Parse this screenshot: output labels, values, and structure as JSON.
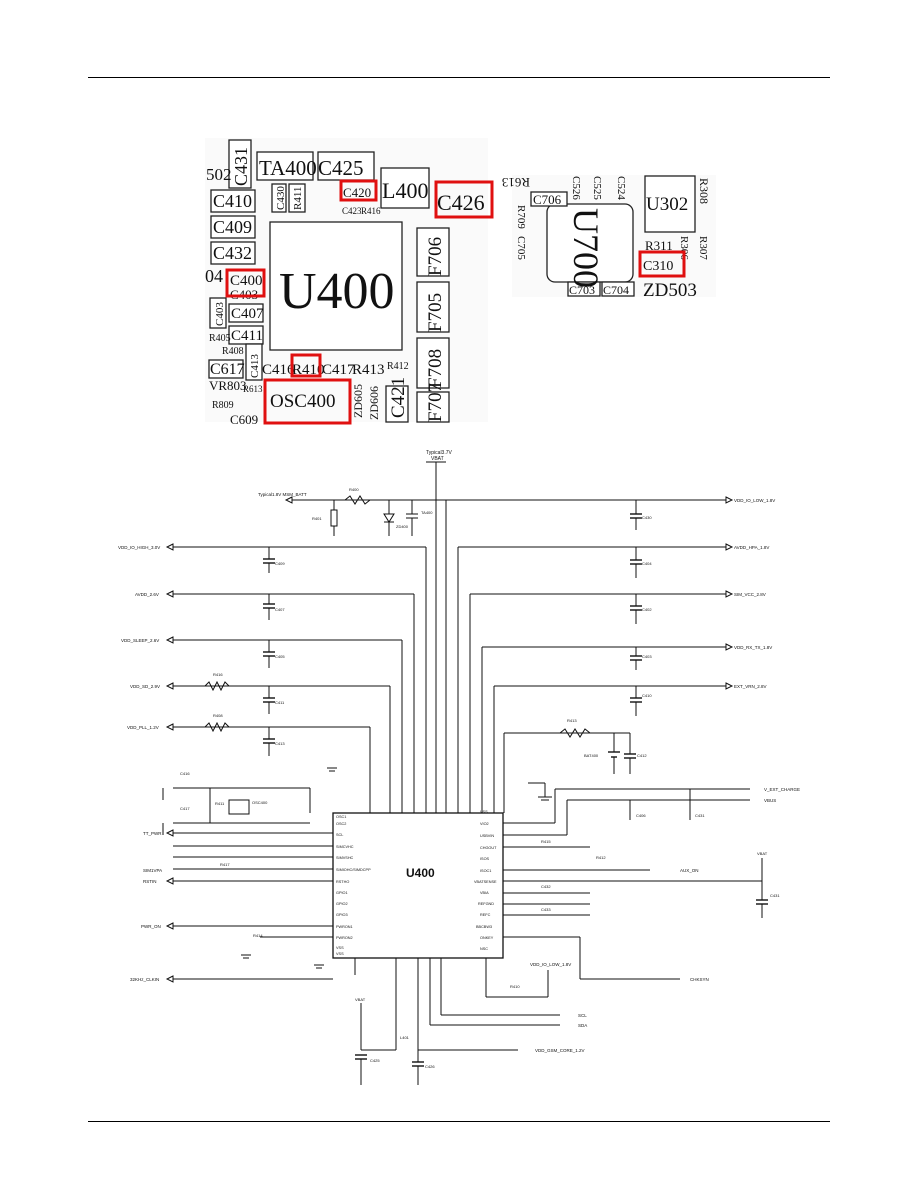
{
  "pcb_left": {
    "labels": [
      {
        "id": "c431",
        "text": "C431"
      },
      {
        "id": "ta400",
        "text": "TA400"
      },
      {
        "id": "c425",
        "text": "C425"
      },
      {
        "id": "c420",
        "text": "C420"
      },
      {
        "id": "l400",
        "text": "L400"
      },
      {
        "id": "c426",
        "text": "C426"
      },
      {
        "id": "s02",
        "text": "502"
      },
      {
        "id": "c410",
        "text": "C410"
      },
      {
        "id": "c430",
        "text": "C430"
      },
      {
        "id": "r411",
        "text": "R411"
      },
      {
        "id": "r416",
        "text": "R416"
      },
      {
        "id": "c423",
        "text": "C423"
      },
      {
        "id": "c409",
        "text": "C409"
      },
      {
        "id": "c432",
        "text": "C432"
      },
      {
        "id": "f706",
        "text": "F706"
      },
      {
        "id": "u400",
        "text": "U400"
      },
      {
        "id": "o4",
        "text": "04"
      },
      {
        "id": "c400",
        "text": "C400"
      },
      {
        "id": "c403b",
        "text": "C403"
      },
      {
        "id": "c407",
        "text": "C407"
      },
      {
        "id": "f705",
        "text": "F705"
      },
      {
        "id": "c403",
        "text": "C403"
      },
      {
        "id": "c411",
        "text": "C411"
      },
      {
        "id": "r405",
        "text": "R405"
      },
      {
        "id": "r408",
        "text": "R408"
      },
      {
        "id": "c413",
        "text": "C413"
      },
      {
        "id": "f708",
        "text": "F708"
      },
      {
        "id": "c617",
        "text": "C617"
      },
      {
        "id": "c416",
        "text": "C416"
      },
      {
        "id": "r410",
        "text": "R410"
      },
      {
        "id": "c417",
        "text": "C417"
      },
      {
        "id": "r413",
        "text": "R413"
      },
      {
        "id": "r412",
        "text": "R412"
      },
      {
        "id": "vr803",
        "text": "VR803"
      },
      {
        "id": "r613",
        "text": "R613"
      },
      {
        "id": "osc400",
        "text": "OSC400"
      },
      {
        "id": "zd605",
        "text": "ZD605"
      },
      {
        "id": "zd606",
        "text": "ZD606"
      },
      {
        "id": "c421",
        "text": "C421"
      },
      {
        "id": "r809",
        "text": "R809"
      },
      {
        "id": "f707",
        "text": "F707"
      },
      {
        "id": "c609",
        "text": "C609"
      }
    ]
  },
  "pcb_right": {
    "labels": [
      {
        "id": "r613b",
        "text": "R613"
      },
      {
        "id": "c526",
        "text": "C526"
      },
      {
        "id": "c525",
        "text": "C525"
      },
      {
        "id": "c524",
        "text": "C524"
      },
      {
        "id": "c706",
        "text": "C706"
      },
      {
        "id": "u302",
        "text": "U302"
      },
      {
        "id": "r308",
        "text": "R308"
      },
      {
        "id": "r709",
        "text": "R709"
      },
      {
        "id": "c705",
        "text": "C705"
      },
      {
        "id": "u700",
        "text": "U700"
      },
      {
        "id": "r311",
        "text": "R311"
      },
      {
        "id": "r306",
        "text": "R306"
      },
      {
        "id": "r307",
        "text": "R307"
      },
      {
        "id": "c310",
        "text": "C310"
      },
      {
        "id": "c703",
        "text": "C703"
      },
      {
        "id": "c704",
        "text": "C704"
      },
      {
        "id": "zd503",
        "text": "ZD503"
      }
    ]
  },
  "schematic": {
    "chip_name": "U400",
    "vbat_top": "Typical3.7V",
    "vbat_top_name": "VBAT",
    "left_nets": [
      {
        "id": "msmbatt",
        "text": "Typical1.8V\nMSM_BATT"
      },
      {
        "id": "vdd_rf_hi",
        "text": "VDD_IO_HIGH_3.0V"
      },
      {
        "id": "avdd",
        "text": "AVDD_2.6V"
      },
      {
        "id": "vdd_sleep",
        "text": "VDD_SLEEP_2.6V"
      },
      {
        "id": "vdd_sd",
        "text": "VDD_SD_2.9V"
      },
      {
        "id": "vdd_pll",
        "text": "VDD_PLL_1.2V"
      },
      {
        "id": "tt_pwr",
        "text": "TT_PWR"
      },
      {
        "id": "sim",
        "text": "SIM1VPA"
      },
      {
        "id": "rstin",
        "text": "RSTIN"
      },
      {
        "id": "pwr_on",
        "text": "PWR_ON"
      },
      {
        "id": "clk32",
        "text": "32KHz_CLKIN"
      }
    ],
    "right_nets": [
      {
        "id": "vdd_io_low",
        "text": "VDD_IO_LOW_1.8V"
      },
      {
        "id": "avdd_hpa",
        "text": "AVDD_HPA_1.8V"
      },
      {
        "id": "sim_vcc",
        "text": "SIM_VCC_2.8V"
      },
      {
        "id": "vdd_rx",
        "text": "VDD_RX_TX_1.8V"
      },
      {
        "id": "ext_vrn",
        "text": "EXT_VRN_2.8V"
      },
      {
        "id": "ext_charge",
        "text": "V_EXT_CHARGE"
      },
      {
        "id": "vbus",
        "text": "VBUS"
      },
      {
        "id": "aux_on",
        "text": "AUX_ON"
      },
      {
        "id": "chksyn",
        "text": "CHKSYN"
      },
      {
        "id": "scl",
        "text": "SCL"
      },
      {
        "id": "sda",
        "text": "SDA"
      },
      {
        "id": "vdd_low_b",
        "text": "VDD_IO_LOW_1.8V"
      },
      {
        "id": "vdd_gsm",
        "text": "VDD_GSM_CORE_1.2V"
      }
    ],
    "misc_labels": [
      {
        "id": "r400",
        "text": "R400"
      },
      {
        "id": "r401",
        "text": "R401"
      },
      {
        "id": "zd400",
        "text": "ZD400"
      },
      {
        "id": "ta400s",
        "text": "TA400"
      },
      {
        "id": "c409s",
        "text": "C409"
      },
      {
        "id": "c407s",
        "text": "C407"
      },
      {
        "id": "c405s",
        "text": "C405"
      },
      {
        "id": "r416s",
        "text": "R416"
      },
      {
        "id": "c411s",
        "text": "C411"
      },
      {
        "id": "r408s",
        "text": "R408"
      },
      {
        "id": "c413s",
        "text": "C413"
      },
      {
        "id": "c416s",
        "text": "C416"
      },
      {
        "id": "c417s",
        "text": "C417"
      },
      {
        "id": "r411s",
        "text": "R411"
      },
      {
        "id": "osc400s",
        "text": "OSC400"
      },
      {
        "id": "r417s",
        "text": "R417"
      },
      {
        "id": "r414s",
        "text": "R414"
      },
      {
        "id": "c430s",
        "text": "C430"
      },
      {
        "id": "c404s",
        "text": "C404"
      },
      {
        "id": "c402s",
        "text": "C402"
      },
      {
        "id": "c403s",
        "text": "C403"
      },
      {
        "id": "c410s",
        "text": "C410"
      },
      {
        "id": "r413s",
        "text": "R413"
      },
      {
        "id": "bat",
        "text": "BAT400"
      },
      {
        "id": "c412s",
        "text": "C412"
      },
      {
        "id": "c406s",
        "text": "C406"
      },
      {
        "id": "c431s",
        "text": "C431"
      },
      {
        "id": "r415s",
        "text": "R415"
      },
      {
        "id": "r412s",
        "text": "R412"
      },
      {
        "id": "c432s",
        "text": "C432"
      },
      {
        "id": "c433s",
        "text": "C433"
      },
      {
        "id": "r410s",
        "text": "R410"
      },
      {
        "id": "vbat_r",
        "text": "VBAT"
      },
      {
        "id": "c431r",
        "text": "C431"
      },
      {
        "id": "vbat_b",
        "text": "VBAT"
      },
      {
        "id": "c425s",
        "text": "C425"
      },
      {
        "id": "l401s",
        "text": "L401"
      },
      {
        "id": "c426s",
        "text": "C426"
      }
    ],
    "left_pins": [
      {
        "id": "p1",
        "text": "OSC1"
      },
      {
        "id": "p2",
        "text": "OSC2"
      },
      {
        "id": "p3",
        "text": "SCL"
      },
      {
        "id": "p4",
        "text": "SIMCVHC"
      },
      {
        "id": "p5",
        "text": "SIMVSHC"
      },
      {
        "id": "p6",
        "text": "SIMIOHC/SIMDCPP"
      },
      {
        "id": "p7",
        "text": "RSTHO"
      },
      {
        "id": "p8",
        "text": "GPIO1"
      },
      {
        "id": "p9",
        "text": "GPIO2"
      },
      {
        "id": "p10",
        "text": "GPIO3"
      },
      {
        "id": "p11",
        "text": "PWRON1"
      },
      {
        "id": "p12",
        "text": "PWRON2"
      },
      {
        "id": "p13",
        "text": "VSS"
      },
      {
        "id": "p14",
        "text": "VSS"
      }
    ],
    "right_pins": [
      {
        "id": "r38",
        "text": "VSS"
      },
      {
        "id": "r37",
        "text": "VIO2"
      },
      {
        "id": "r36",
        "text": "USBVIN"
      },
      {
        "id": "r35",
        "text": "CHGOUT"
      },
      {
        "id": "r34",
        "text": "ISOS"
      },
      {
        "id": "r33",
        "text": "ISOC1"
      },
      {
        "id": "r32",
        "text": "VBATSENSE"
      },
      {
        "id": "r31",
        "text": "VBIA"
      },
      {
        "id": "r30",
        "text": "REFGND"
      },
      {
        "id": "r29",
        "text": "REFC"
      },
      {
        "id": "r28",
        "text": "BBCBW3"
      },
      {
        "id": "r27",
        "text": "ONKEY"
      },
      {
        "id": "r26",
        "text": "NSC"
      }
    ]
  }
}
